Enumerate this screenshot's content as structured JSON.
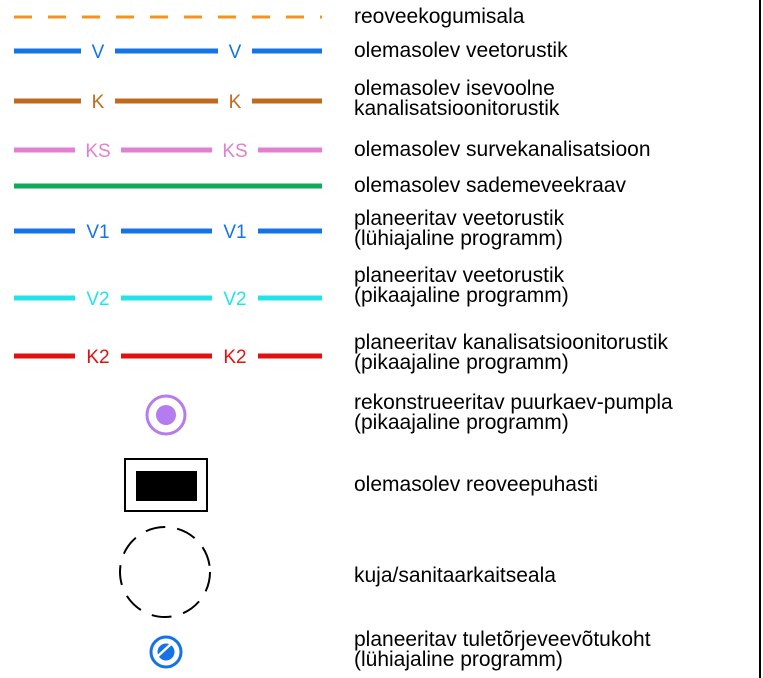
{
  "legend": {
    "items": [
      {
        "id": "wastewater",
        "label_lines": [
          "reoveekogumisala"
        ],
        "symbol": "dashed-line",
        "color": "#f7921e",
        "code": ""
      },
      {
        "id": "water-existing",
        "label_lines": [
          "olemasolev veetorustik"
        ],
        "symbol": "coded-line",
        "color": "#1473e6",
        "code": "V"
      },
      {
        "id": "sewer-gravity",
        "label_lines": [
          "olemasolev isevoolne",
          "kanalisatsioonitorustik"
        ],
        "symbol": "coded-line",
        "color": "#c06a1e",
        "code": "K"
      },
      {
        "id": "sewer-pressure",
        "label_lines": [
          "olemasolev survekanalisatsioon"
        ],
        "symbol": "coded-line",
        "color": "#e37fcf",
        "code": "KS"
      },
      {
        "id": "stormwater",
        "label_lines": [
          "olemasolev sademeveekraav"
        ],
        "symbol": "solid-line",
        "color": "#13a85a",
        "code": ""
      },
      {
        "id": "water-planned-short",
        "label_lines": [
          "planeeritav veetorustik",
          "(lühiajaline programm)"
        ],
        "symbol": "coded-line",
        "color": "#1473e6",
        "code": "V1"
      },
      {
        "id": "water-planned-long",
        "label_lines": [
          "planeeritav veetorustik",
          "(pikaajaline programm)"
        ],
        "symbol": "coded-line",
        "color": "#20e4ea",
        "code": "V2"
      },
      {
        "id": "sewer-planned-long",
        "label_lines": [
          "planeeritav kanalisatsioonitorustik",
          "(pikaajaline programm)"
        ],
        "symbol": "coded-line",
        "color": "#e31010",
        "code": "K2"
      },
      {
        "id": "borehole-pump",
        "label_lines": [
          "rekonstrueeritav puurkaev-pumpla",
          "(pikaajaline programm)"
        ],
        "symbol": "target-circle",
        "color": "#b57cf0",
        "code": ""
      },
      {
        "id": "treatment-plant",
        "label_lines": [
          "olemasolev reoveepuhasti"
        ],
        "symbol": "framed-box",
        "color": "#000000",
        "code": ""
      },
      {
        "id": "sanitary-zone",
        "label_lines": [
          "kuja/sanitaarkaitseala"
        ],
        "symbol": "dashed-circle",
        "color": "#000000",
        "code": ""
      },
      {
        "id": "fire-water-point",
        "label_lines": [
          "planeeritav tuletõrjeveevõtukoht",
          "(lühiajaline programm)"
        ],
        "symbol": "hydrant-circle",
        "color": "#1473e6",
        "code": ""
      }
    ]
  }
}
